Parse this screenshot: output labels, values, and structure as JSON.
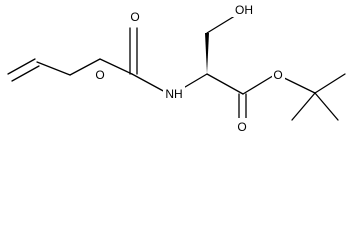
{
  "molecule": {
    "atom_labels": {
      "carbamate_carbonyl_oxygen": "O",
      "ester_carbonyl_oxygen": "O",
      "allyl_ester_oxygen": "O",
      "tert_butyl_ester_oxygen": "O",
      "amide_nitrogen": "NH",
      "hydroxyl_group": "OH"
    },
    "colors": {
      "bond": "#000000",
      "label": "#000000",
      "background": "#ffffff"
    }
  }
}
